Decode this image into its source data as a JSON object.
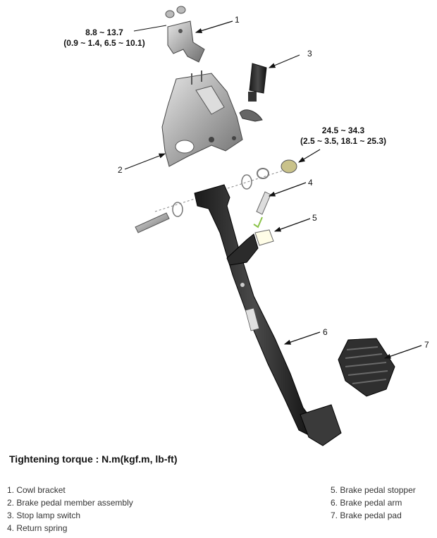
{
  "torques": [
    {
      "line1": "8.8 ~ 13.7",
      "line2": "(0.9 ~ 1.4, 6.5 ~ 10.1)"
    },
    {
      "line1": "24.5 ~ 34.3",
      "line2": "(2.5 ~ 3.5, 18.1 ~ 25.3)"
    }
  ],
  "callouts": [
    "1",
    "2",
    "3",
    "4",
    "5",
    "6",
    "7"
  ],
  "tightening_label": "Tightening torque : N.m(kgf.m, lb-ft)",
  "legend_left": [
    "1. Cowl bracket",
    "2. Brake pedal member assembly",
    "3. Stop lamp switch",
    "4. Return spring"
  ],
  "legend_right": [
    "5. Brake pedal stopper",
    "6. Brake pedal arm",
    "7. Brake pedal pad"
  ]
}
